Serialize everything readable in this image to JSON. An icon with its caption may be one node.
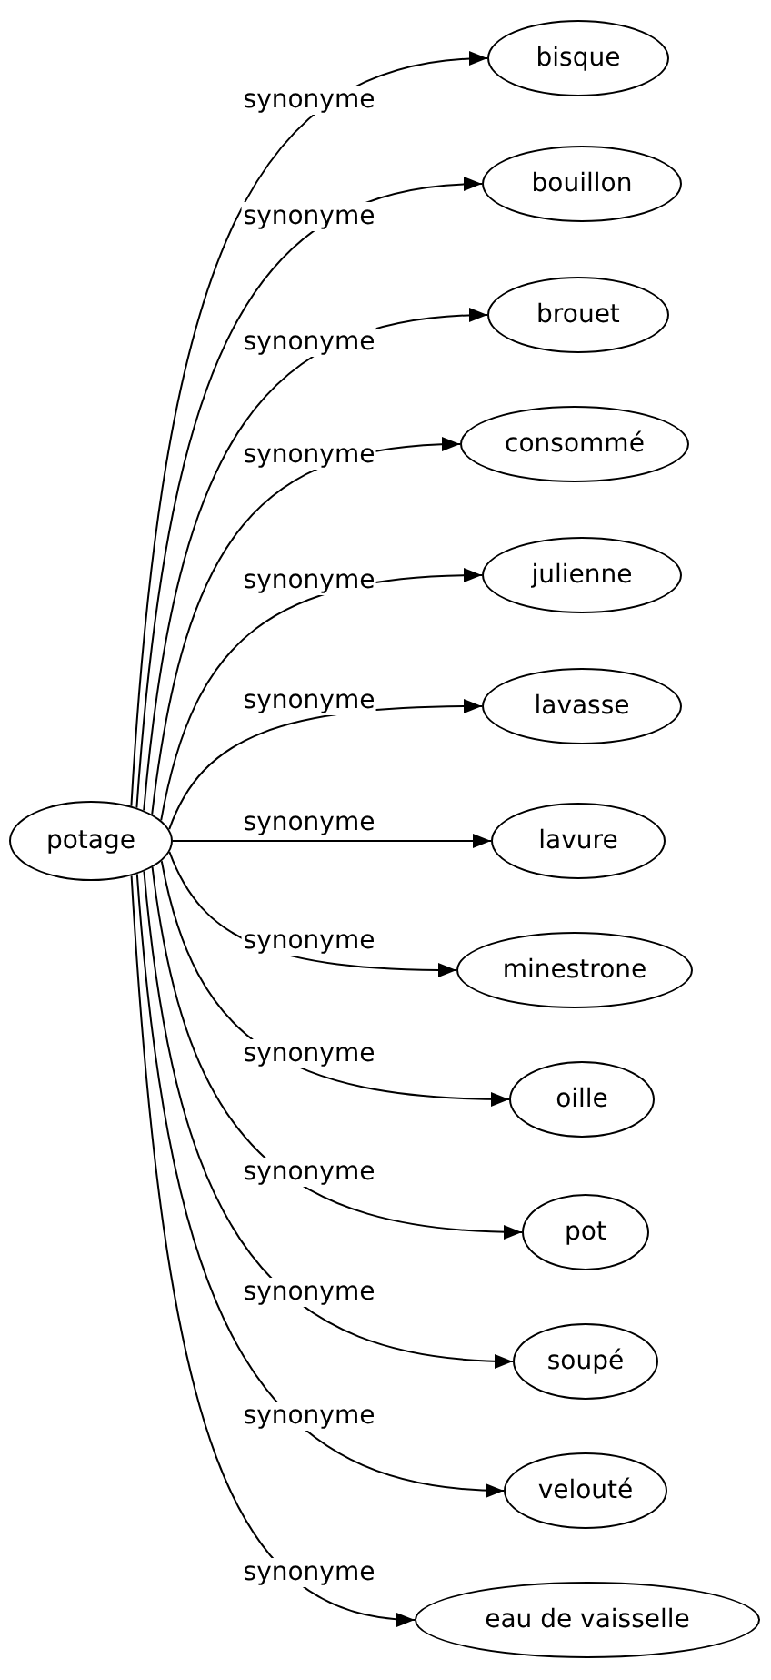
{
  "diagram": {
    "nodes": [
      {
        "text": [
          "potage"
        ]
      },
      {
        "text": [
          "bisque"
        ]
      },
      {
        "text": [
          "bouillon"
        ]
      },
      {
        "text": [
          "brouet"
        ]
      },
      {
        "text": [
          "consommé"
        ]
      },
      {
        "text": [
          "julienne"
        ]
      },
      {
        "text": [
          "lavasse"
        ]
      },
      {
        "text": [
          "lavure"
        ]
      },
      {
        "text": [
          "minestrone"
        ]
      },
      {
        "text": [
          "oille"
        ]
      },
      {
        "text": [
          "pot"
        ]
      },
      {
        "text": [
          "soupé"
        ]
      },
      {
        "text": [
          "velouté"
        ]
      },
      {
        "text": [
          "eau de vaisselle"
        ]
      }
    ],
    "edges": [
      {
        "from": 0,
        "to": 1,
        "arrow": "to",
        "label": "synonyme"
      },
      {
        "from": 0,
        "to": 2,
        "arrow": "to",
        "label": "synonyme"
      },
      {
        "from": 0,
        "to": 3,
        "arrow": "to",
        "label": "synonyme"
      },
      {
        "from": 0,
        "to": 4,
        "arrow": "to",
        "label": "synonyme"
      },
      {
        "from": 0,
        "to": 5,
        "arrow": "to",
        "label": "synonyme"
      },
      {
        "from": 0,
        "to": 6,
        "arrow": "to",
        "label": "synonyme"
      },
      {
        "from": 0,
        "to": 7,
        "arrow": "to",
        "label": "synonyme"
      },
      {
        "from": 0,
        "to": 8,
        "arrow": "to",
        "label": "synonyme"
      },
      {
        "from": 0,
        "to": 9,
        "arrow": "to",
        "label": "synonyme"
      },
      {
        "from": 0,
        "to": 10,
        "arrow": "to",
        "label": "synonyme"
      },
      {
        "from": 0,
        "to": 11,
        "arrow": "to",
        "label": "synonyme"
      },
      {
        "from": 0,
        "to": 12,
        "arrow": "to",
        "label": "synonyme"
      },
      {
        "from": 0,
        "to": 13,
        "arrow": "to",
        "label": "synonyme"
      }
    ]
  }
}
